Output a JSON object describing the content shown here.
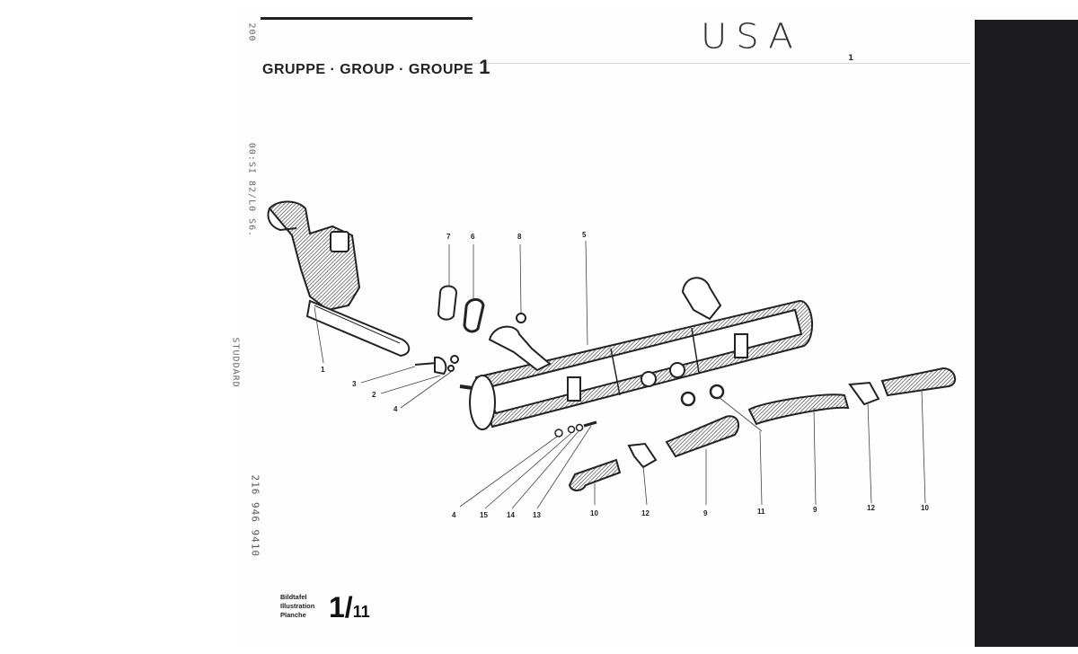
{
  "header": {
    "group_text": "GRUPPE · GROUP · GROUPE",
    "group_number": "1"
  },
  "annotation": {
    "handwritten": "USA"
  },
  "margin_text": {
    "stamp_top": "200",
    "stamp_mid": "00:SI 82/L0 S6.",
    "stamp_brand": "STUDDARD",
    "stamp_bottom": "216 946 9410"
  },
  "top_right_mark": "1",
  "plate": {
    "label_de": "Bildtafel",
    "label_en": "Illustration",
    "label_fr": "Planche",
    "number_main": "1/",
    "number_sub": "11"
  },
  "callouts": [
    "1",
    "2",
    "3",
    "4",
    "5",
    "6",
    "7",
    "8",
    "4",
    "15",
    "14",
    "13",
    "10",
    "12",
    "9",
    "11",
    "9",
    "12",
    "10"
  ]
}
